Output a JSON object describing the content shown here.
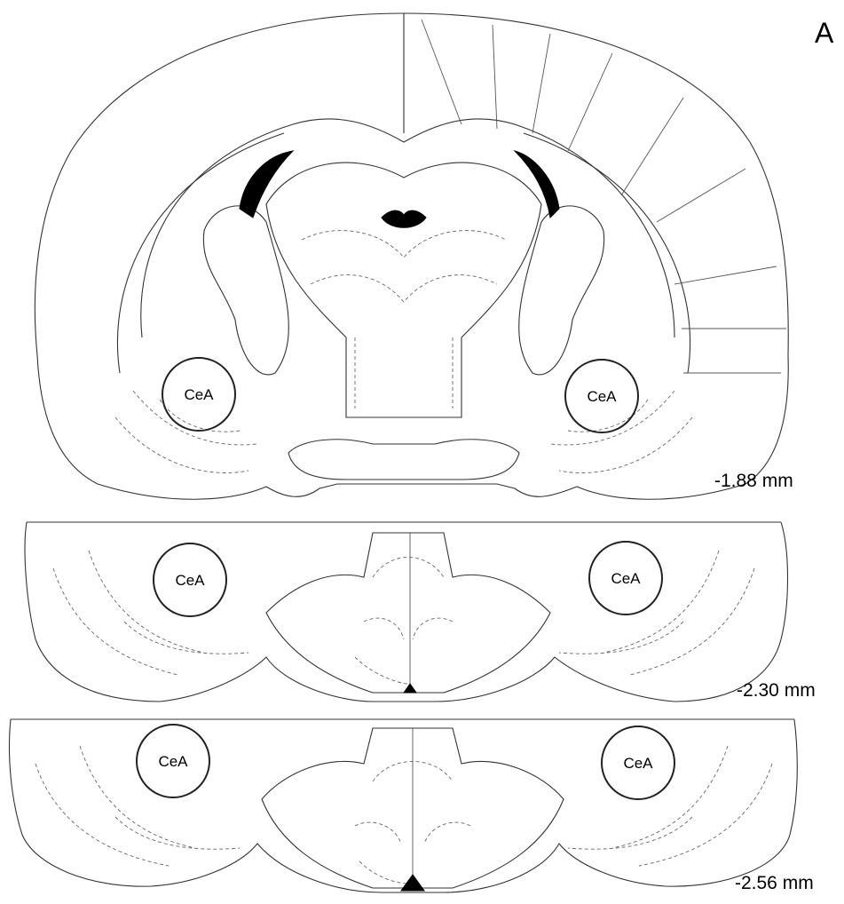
{
  "figure": {
    "panel_label": "A",
    "sections": [
      {
        "level": "-1.88 mm",
        "left_label": "CeA",
        "right_label": "CeA"
      },
      {
        "level": "-2.30 mm",
        "left_label": "CeA",
        "right_label": "CeA"
      },
      {
        "level": "-2.56 mm",
        "left_label": "CeA",
        "right_label": "CeA"
      }
    ]
  },
  "colors": {
    "line": "#333333",
    "fill": "#000000",
    "background": "#ffffff"
  }
}
